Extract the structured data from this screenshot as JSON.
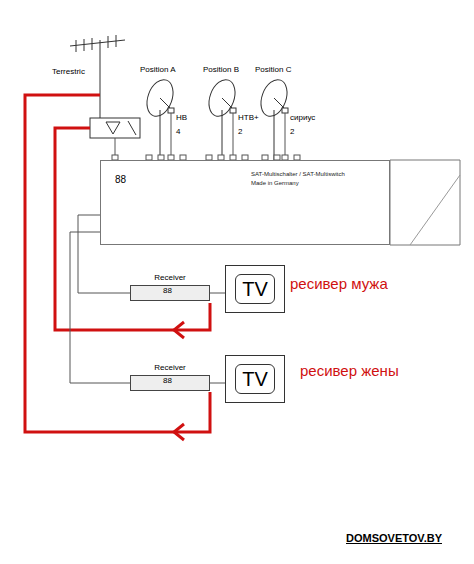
{
  "diagram": {
    "nodes": [
      {
        "text": [
          "SAT-Multischalter / SAT-Multiswitch",
          "Made in Germany"
        ]
      },
      {
        "text": [
          "Receiver"
        ]
      },
      {
        "text": [
          "TV"
        ]
      },
      {
        "text": [
          "Receiver"
        ]
      },
      {
        "text": [
          "TV"
        ]
      }
    ],
    "edges": [
      {
        "from": 0,
        "to": 1,
        "arrow": "none"
      },
      {
        "from": 1,
        "to": 2,
        "arrow": "none"
      },
      {
        "from": 0,
        "to": 3,
        "arrow": "none"
      },
      {
        "from": 3,
        "to": 4,
        "arrow": "none"
      }
    ],
    "labels": [
      "Terrestric",
      "Position A",
      "Position B",
      "Position C",
      "НВ",
      "4",
      "НТВ+",
      "2",
      "сириус",
      "2",
      "88",
      "88",
      "88",
      "ресивер мужа",
      "ресивер жены",
      "DOMSOVETOV.BY"
    ]
  }
}
